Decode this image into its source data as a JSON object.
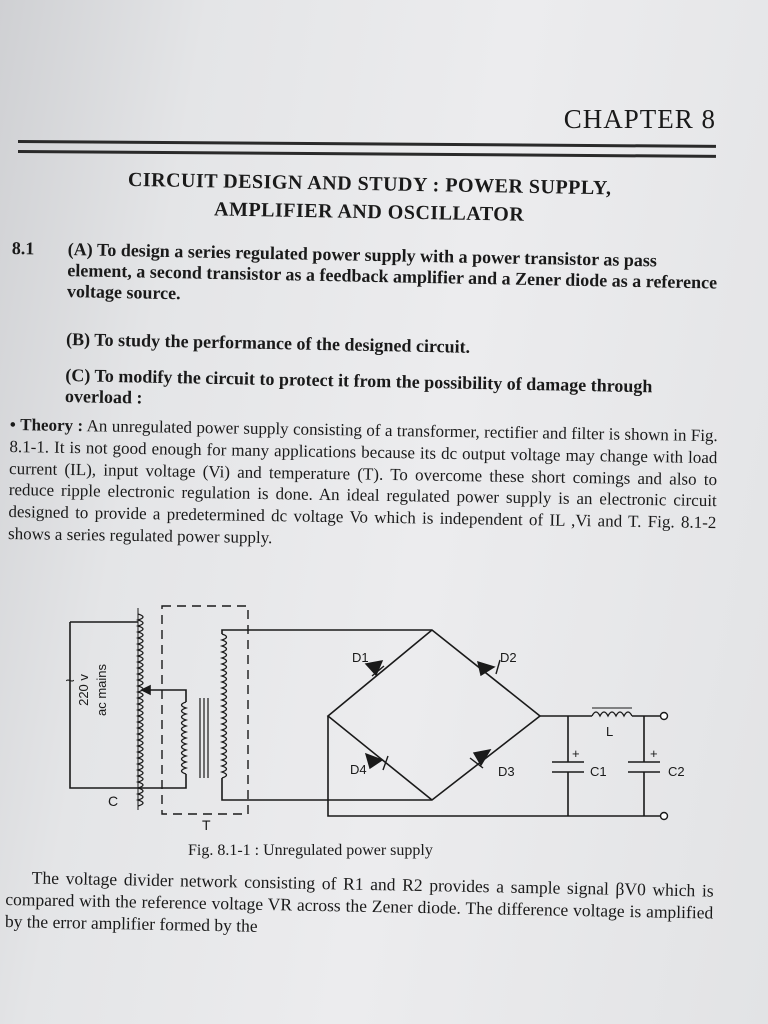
{
  "header": {
    "chapter": "CHAPTER 8"
  },
  "title": {
    "line1": "CIRCUIT DESIGN AND STUDY : POWER SUPPLY,",
    "line2": "AMPLIFIER AND OSCILLATOR"
  },
  "section": {
    "number": "8.1",
    "items": [
      {
        "text": "(A) To design a series regulated power supply with a power transistor as pass element, a second transistor as a feedback amplifier and a Zener diode as a reference voltage source."
      },
      {
        "text": "(B) To study the performance of the designed circuit."
      },
      {
        "text": "(C) To modify the circuit to protect it from the possibility of damage through overload :"
      }
    ]
  },
  "theory": {
    "bullet": "•",
    "heading": "Theory :",
    "text": "An unregulated power supply consisting of a transformer, rectifier and filter is shown in Fig. 8.1-1. It is not good enough for many applications because its dc output voltage may change with load current (IL), input voltage (Vi) and temperature (T). To overcome these short comings and also to reduce ripple electronic regulation is done. An ideal regulated power supply is an electronic circuit designed to provide a predetermined dc voltage Vo which is independent of IL ,Vi and T. Fig. 8.1-2 shows a series regulated power supply."
  },
  "figure": {
    "source_label": "220 v",
    "source_label2": "ac mains",
    "autotransformer_label": "C",
    "transformer_label": "T",
    "diodes": [
      "D1",
      "D2",
      "D3",
      "D4"
    ],
    "inductor_label": "L",
    "capacitors": [
      "C1",
      "C2"
    ],
    "plus_sign": "+",
    "caption": "Fig. 8.1-1 : Unregulated power supply"
  },
  "bottom_text": "The voltage divider network consisting of R1 and R2 provides a sample signal βV0 which is compared with the reference voltage VR across the Zener diode. The difference voltage is amplified by the error amplifier formed by the"
}
